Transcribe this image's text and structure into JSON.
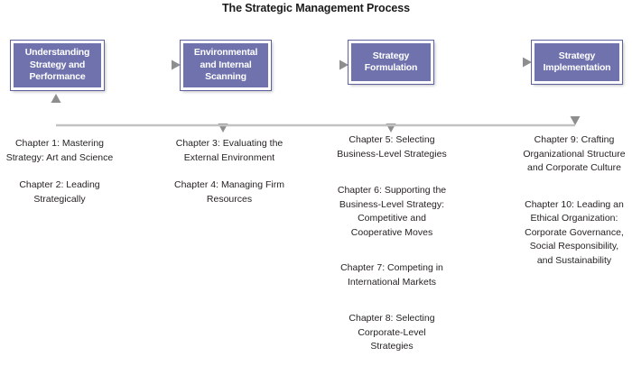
{
  "title": "The Strategic Management Process",
  "stages": [
    {
      "id": "understanding-strategy-and-performance",
      "label": "Understanding Strategy and Performance"
    },
    {
      "id": "environmental-and-internal-scanning",
      "label": "Environmental and Internal Scanning"
    },
    {
      "id": "strategy-formulation",
      "label": "Strategy Formulation"
    },
    {
      "id": "strategy-implementation",
      "label": "Strategy Implementation"
    }
  ],
  "columns": [
    {
      "stage": "understanding-strategy-and-performance",
      "chapters": [
        "Chapter 1: Mastering Strategy: Art and Science",
        "Chapter 2: Leading Strategically"
      ]
    },
    {
      "stage": "environmental-and-internal-scanning",
      "chapters": [
        "Chapter 3: Evaluating the External Environment",
        "Chapter 4: Managing Firm Resources"
      ]
    },
    {
      "stage": "strategy-formulation",
      "chapters": [
        "Chapter 5: Selecting Business-Level Strategies",
        "Chapter 6: Supporting the Business-Level Strategy: Competitive and Cooperative Moves",
        "Chapter 7: Competing in International Markets",
        "Chapter 8: Selecting Corporate-Level Strategies"
      ]
    },
    {
      "stage": "strategy-implementation",
      "chapters": [
        "Chapter 9: Crafting Organizational Structure and Corporate Culture",
        "Chapter 10: Leading an Ethical Organization: Corporate Governance, Social Responsibility, and Sustainability"
      ]
    }
  ],
  "colors": {
    "box_fill": "#6f72ad",
    "box_border": "#ffffff",
    "box_outline": "#5f62a0",
    "box_text": "#ffffff",
    "arrow": "#949494",
    "text": "#231f20",
    "background": "#ffffff"
  },
  "flow": {
    "forward_arrows": [
      "understanding-strategy-and-performance -> environmental-and-internal-scanning",
      "environmental-and-internal-scanning -> strategy-formulation",
      "strategy-formulation -> strategy-implementation"
    ],
    "down_arrows": [
      "environmental-and-internal-scanning -> chapters",
      "strategy-formulation -> chapters",
      "strategy-implementation -> feedback-line"
    ],
    "feedback_arrow": "strategy-implementation -> understanding-strategy-and-performance"
  }
}
